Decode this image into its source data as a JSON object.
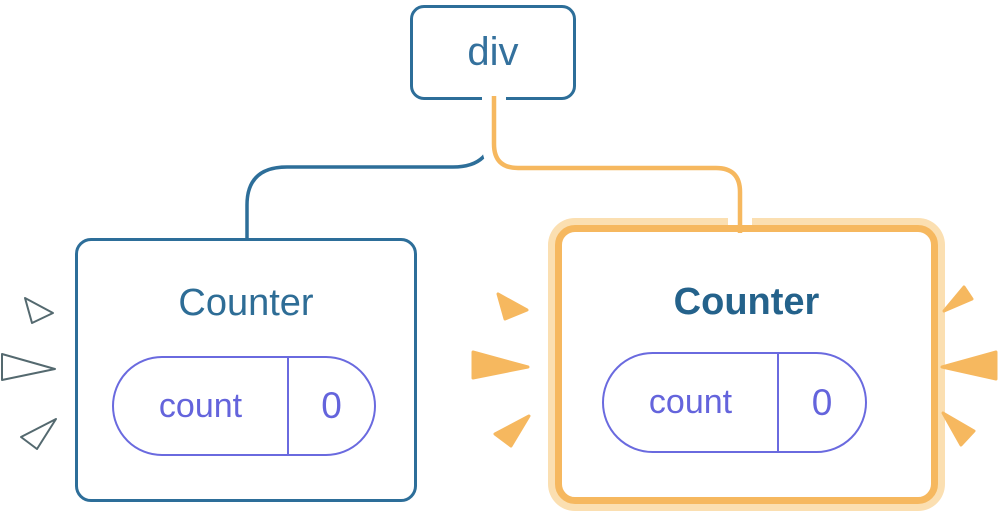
{
  "diagram": {
    "root_node": {
      "label": "div"
    },
    "nodes": [
      {
        "id": "counter-left",
        "label": "Counter",
        "highlighted": false,
        "state_pill": {
          "key": "count",
          "value": "0"
        }
      },
      {
        "id": "counter-right",
        "label": "Counter",
        "highlighted": true,
        "state_pill": {
          "key": "count",
          "value": "0"
        }
      }
    ],
    "sparks": {
      "left_of_left_box": "white-burst",
      "left_of_right_box": "orange-burst",
      "right_of_right_box": "orange-burst"
    }
  },
  "colors": {
    "node_blue": "#2D6E99",
    "text_blue": "#34719D",
    "title_blue": "#2E6D96",
    "title_blue_bold": "#24628B",
    "state_indigo": "#6464DC",
    "state_indigo_border": "#6A6ADF",
    "highlight_orange": "#F6B85F",
    "highlight_halo": "#FBDFB1",
    "spark_white": "#FFFFFF"
  }
}
